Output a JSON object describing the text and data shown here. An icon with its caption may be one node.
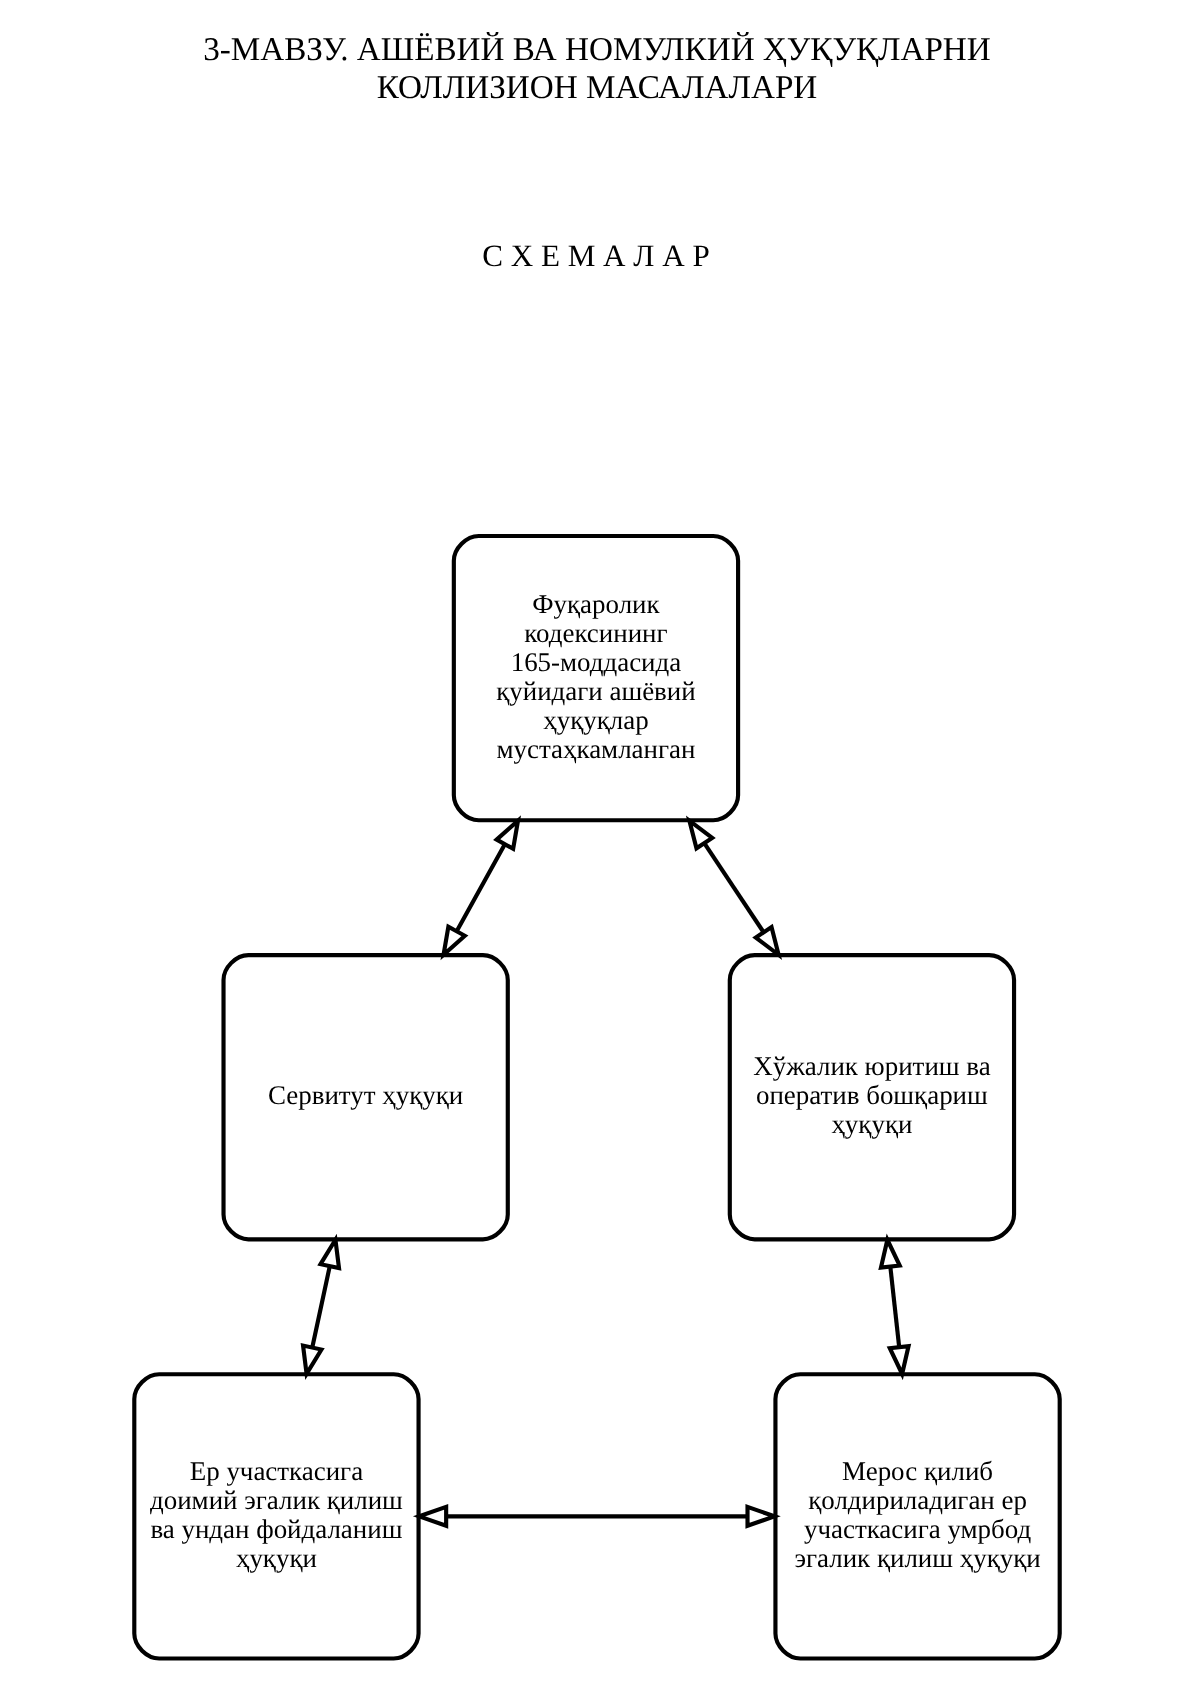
{
  "diagram": {
    "title": "3-МАВЗУ. АШЁВИЙ ВА НОМУЛКИЙ ҲУҚУҚЛАРНИ КОЛЛИЗИОН МАСАЛАЛАРИ",
    "nodes": [
      {
        "text": [
          "Фуқаролик кодексининг 165-моддасида қуйидаги ашёвий ҳуқуқлар мустаҳкамланган"
        ]
      },
      {
        "text": [
          "Сервитут ҳуқуқи"
        ]
      },
      {
        "text": [
          "Хўжалик юритиш ва оператив бошқариш ҳуқуқи"
        ]
      },
      {
        "text": [
          "Ер участкасига доимий эгалик қилиш ва ундан фойдаланиш ҳуқуқи"
        ]
      },
      {
        "text": [
          "Мерос қилиб қолдириладиган ер участкасига умрбод эгалик қилиш ҳуқуқи"
        ]
      }
    ],
    "edges": [
      {
        "from": 0,
        "to": 1,
        "arrow": "both"
      },
      {
        "from": 0,
        "to": 2,
        "arrow": "both"
      },
      {
        "from": 1,
        "to": 3,
        "arrow": "both"
      },
      {
        "from": 2,
        "to": 4,
        "arrow": "both"
      },
      {
        "from": 3,
        "to": 4,
        "arrow": "both"
      }
    ],
    "labels": [
      "С Х Е М А Л А Р"
    ]
  }
}
